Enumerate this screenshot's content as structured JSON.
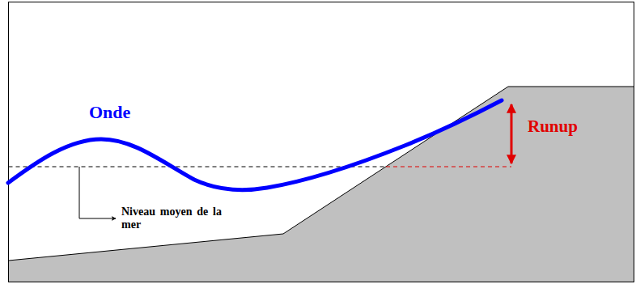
{
  "diagram": {
    "labels": [
      "Onde",
      "Runup",
      "Niveau moyen de la mer"
    ]
  }
}
